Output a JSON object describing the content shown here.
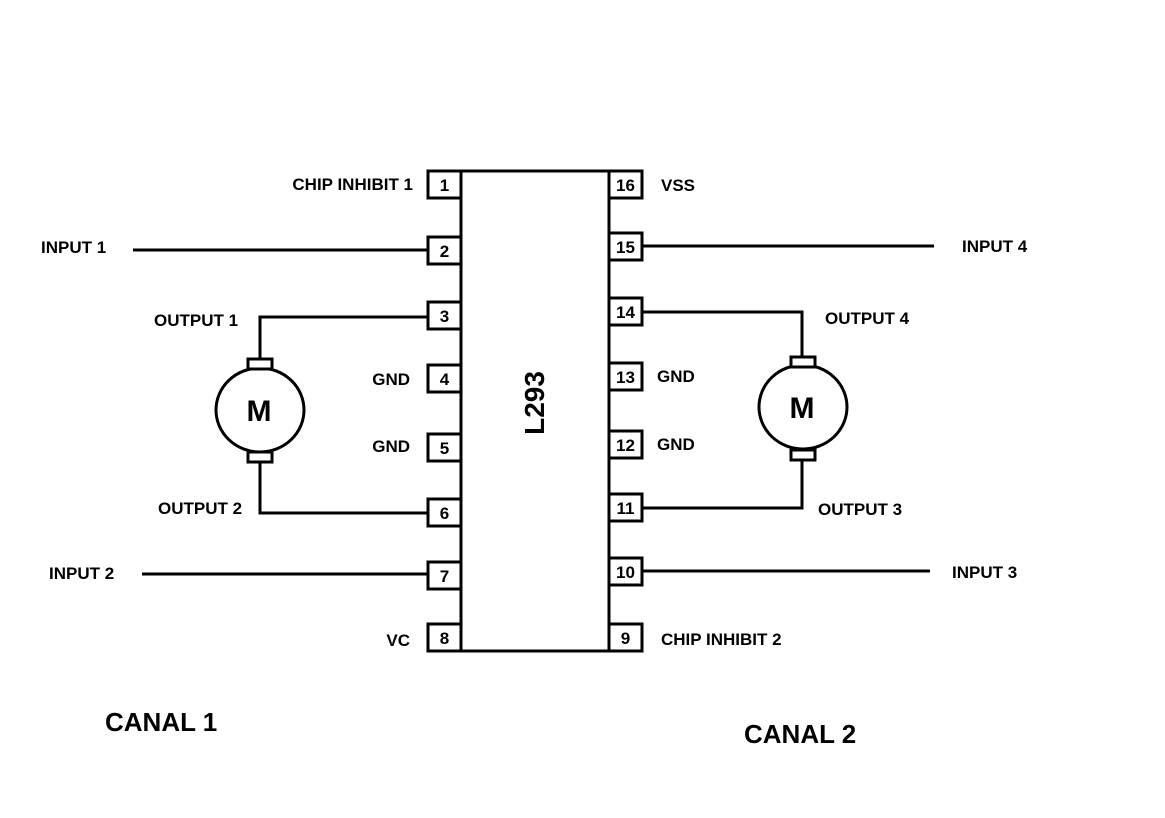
{
  "chip": {
    "name": "L293"
  },
  "pins_left": [
    {
      "number": "1",
      "label": "CHIP INHIBIT 1"
    },
    {
      "number": "2",
      "label": "INPUT 1"
    },
    {
      "number": "3",
      "label": "OUTPUT 1"
    },
    {
      "number": "4",
      "label": "GND"
    },
    {
      "number": "5",
      "label": "GND"
    },
    {
      "number": "6",
      "label": "OUTPUT 2"
    },
    {
      "number": "7",
      "label": "INPUT 2"
    },
    {
      "number": "8",
      "label": "VC"
    }
  ],
  "pins_right": [
    {
      "number": "16",
      "label": "VSS"
    },
    {
      "number": "15",
      "label": "INPUT 4"
    },
    {
      "number": "14",
      "label": "OUTPUT 4"
    },
    {
      "number": "13",
      "label": "GND"
    },
    {
      "number": "12",
      "label": "GND"
    },
    {
      "number": "11",
      "label": "OUTPUT 3"
    },
    {
      "number": "10",
      "label": "INPUT 3"
    },
    {
      "number": "9",
      "label": "CHIP INHIBIT 2"
    }
  ],
  "motors": [
    {
      "label": "M"
    },
    {
      "label": "M"
    }
  ],
  "channels": [
    {
      "label": "CANAL 1"
    },
    {
      "label": "CANAL 2"
    }
  ]
}
